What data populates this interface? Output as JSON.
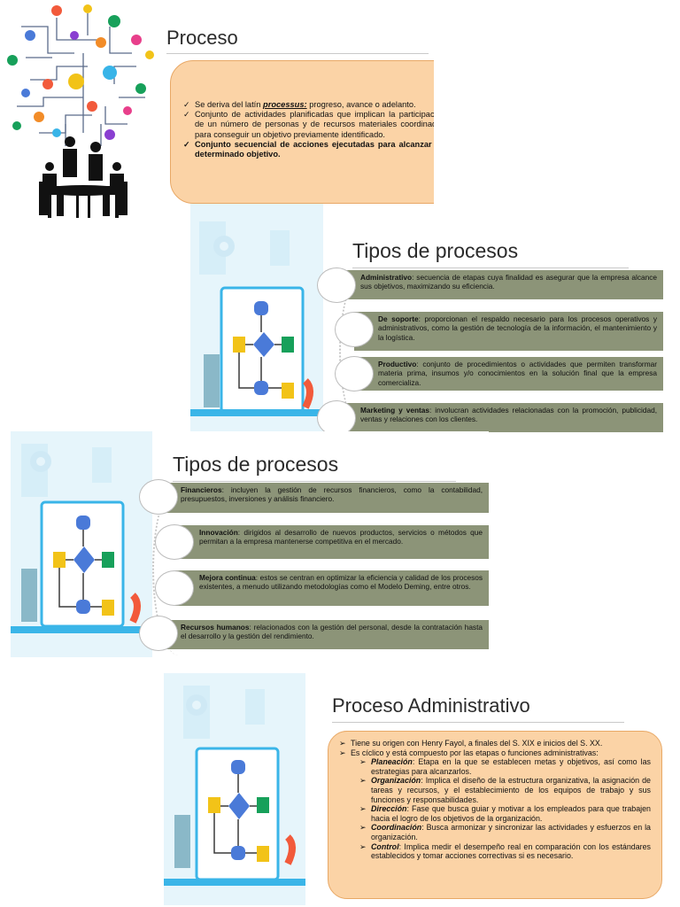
{
  "slide1": {
    "title": "Proceso",
    "items": [
      {
        "marker": "✓",
        "pre": "Se deriva del latín ",
        "emph": "processus:",
        "post": " progreso, avance o adelanto."
      },
      {
        "marker": "✓",
        "text": "Conjunto de actividades planificadas que implican la participación de un número de personas y de recursos materiales coordinados para conseguir un objetivo previamente identificado."
      },
      {
        "marker": "✓",
        "text": "Conjunto secuencial de acciones ejecutadas para alcanzar un determinado objetivo."
      }
    ]
  },
  "slide2": {
    "title": "Tipos de procesos",
    "items": [
      {
        "term": "Administrativo",
        "desc": ": secuencia de etapas cuya finalidad es asegurar que la empresa alcance sus objetivos, maximizando su eficiencia."
      },
      {
        "term": "De soporte",
        "desc": ": proporcionan el respaldo necesario para los procesos operativos y administrativos, como la gestión de tecnología de la información, el mantenimiento y la logística."
      },
      {
        "term": "Productivo",
        "desc": ": conjunto de procedimientos o actividades que permiten transformar materia prima, insumos y/o conocimientos en la solución final que la empresa comercializa."
      },
      {
        "term": "Marketing y ventas",
        "desc": ": involucran actividades relacionadas con la promoción, publicidad, ventas y relaciones con los clientes."
      }
    ]
  },
  "slide3": {
    "title": "Tipos de procesos",
    "items": [
      {
        "term": "Financieros",
        "desc": ": incluyen la gestión de recursos financieros, como la contabilidad, presupuestos, inversiones y análisis financiero."
      },
      {
        "term": "Innovación",
        "desc": ": dirigidos al desarrollo de nuevos productos, servicios o métodos que permitan a la empresa mantenerse competitiva en el mercado."
      },
      {
        "term": "Mejora continua",
        "desc": ": estos se centran en optimizar la eficiencia y calidad de los procesos existentes, a menudo utilizando metodologías como el Modelo Deming, entre otros."
      },
      {
        "term": "Recursos humanos",
        "desc": ": relacionados con la gestión del personal, desde la contratación hasta el desarrollo y la gestión del rendimiento."
      }
    ]
  },
  "slide4": {
    "title": "Proceso Administrativo",
    "intro": [
      {
        "marker": "➢",
        "text": "Tiene su origen con Henry Fayol, a finales del S. XIX e inicios del S. XX."
      },
      {
        "marker": "➢",
        "text": "Es cíclico y está compuesto por las etapas o funciones administrativas:"
      }
    ],
    "stages": [
      {
        "marker": "➢",
        "term": "Planeación",
        "desc": ": Etapa en la que se establecen metas y objetivos, así como las estrategias para alcanzarlos."
      },
      {
        "marker": "➢",
        "term": "Organización",
        "desc": ": Implica el diseño de la estructura organizativa, la asignación de tareas y recursos, y el establecimiento de los equipos de trabajo y sus funciones y responsabilidades."
      },
      {
        "marker": "➢",
        "term": "Dirección",
        "desc": ": Fase que busca guiar y motivar a los empleados para que trabajen hacia el logro de los objetivos de la organización."
      },
      {
        "marker": "➢",
        "term": "Coordinación",
        "desc": ": Busca armonizar y sincronizar las actividades y esfuerzos en la organización."
      },
      {
        "marker": "➢",
        "term": "Control",
        "desc": ": Implica medir el desempeño real en comparación con los estándares establecidos y tomar acciones correctivas si es necesario."
      }
    ]
  },
  "colors": {
    "peach_fill": "#fbd3a6",
    "peach_border": "#e8a866",
    "olive_bar": "#8c9478",
    "sky_blue": "#d6eef8",
    "flow_blue": "#4a7ad8",
    "flow_yellow": "#f2c318",
    "flow_green": "#17a05a"
  }
}
